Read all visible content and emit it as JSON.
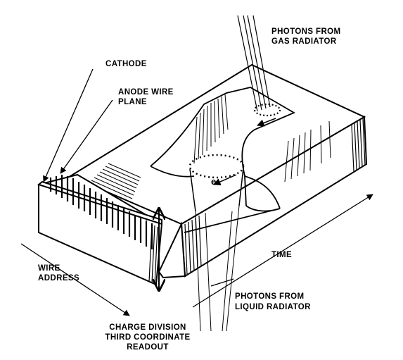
{
  "labels": {
    "cathode": "CATHODE",
    "anode_line1": "ANODE WIRE",
    "anode_line2": "PLANE",
    "photons_gas_line1": "PHOTONS FROM",
    "photons_gas_line2": "GAS RADIATOR",
    "electron": "e",
    "wire_line1": "WIRE",
    "wire_line2": "ADDRESS",
    "time": "TIME",
    "photons_liquid_line1": "PHOTONS FROM",
    "photons_liquid_line2": "LIQUID RADIATOR",
    "charge_line1": "CHARGE DIVISION",
    "charge_line2": "THIRD COORDINATE",
    "charge_line3": "READOUT"
  },
  "colors": {
    "ink": "#000000",
    "paper": "#ffffff"
  }
}
